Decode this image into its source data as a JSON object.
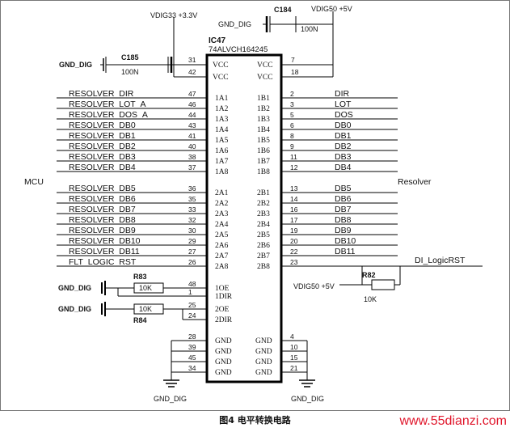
{
  "ic": {
    "ref": "IC47",
    "part": "74ALVCH164245"
  },
  "supplies": {
    "vdig33": "VDIG33 +3.3V",
    "vdig50_top": "VDIG50 +5V",
    "vdig50_pullup": "VDIG50 +5V",
    "gnd": "GND_DIG"
  },
  "capacitors": [
    {
      "ref": "C184",
      "value": "100N"
    },
    {
      "ref": "C185",
      "value": "100N"
    }
  ],
  "resistors": [
    {
      "ref": "R83",
      "value": "10K"
    },
    {
      "ref": "R84",
      "value": "10K"
    },
    {
      "ref": "R82",
      "value": "10K"
    }
  ],
  "side_labels": {
    "left": "MCU",
    "right": "Resolver"
  },
  "power_pins": [
    {
      "num": "31",
      "name": "VCC",
      "side": "left"
    },
    {
      "num": "42",
      "name": "VCC",
      "side": "left"
    },
    {
      "num": "7",
      "name": "VCC",
      "side": "right"
    },
    {
      "num": "18",
      "name": "VCC",
      "side": "right"
    }
  ],
  "bus_a": [
    {
      "net": "RESOLVER_DIR",
      "pin": "47",
      "a": "1A1",
      "b": "1B1",
      "bpin": "2",
      "rnet": "DIR"
    },
    {
      "net": "RESOLVER_LOT_A",
      "pin": "46",
      "a": "1A2",
      "b": "1B2",
      "bpin": "3",
      "rnet": "LOT"
    },
    {
      "net": "RESOLVER_DOS_A",
      "pin": "44",
      "a": "1A3",
      "b": "1B3",
      "bpin": "5",
      "rnet": "DOS"
    },
    {
      "net": "RESOLVER_DB0",
      "pin": "43",
      "a": "1A4",
      "b": "1B4",
      "bpin": "6",
      "rnet": "DB0"
    },
    {
      "net": "RESOLVER_DB1",
      "pin": "41",
      "a": "1A5",
      "b": "1B5",
      "bpin": "8",
      "rnet": "DB1"
    },
    {
      "net": "RESOLVER_DB2",
      "pin": "40",
      "a": "1A6",
      "b": "1B6",
      "bpin": "9",
      "rnet": "DB2"
    },
    {
      "net": "RESOLVER_DB3",
      "pin": "38",
      "a": "1A7",
      "b": "1B7",
      "bpin": "11",
      "rnet": "DB3"
    },
    {
      "net": "RESOLVER_DB4",
      "pin": "37",
      "a": "1A8",
      "b": "1B8",
      "bpin": "12",
      "rnet": "DB4"
    }
  ],
  "bus_b": [
    {
      "net": "RESOLVER_DB5",
      "pin": "36",
      "a": "2A1",
      "b": "2B1",
      "bpin": "13",
      "rnet": "DB5"
    },
    {
      "net": "RESOLVER_DB6",
      "pin": "35",
      "a": "2A2",
      "b": "2B2",
      "bpin": "14",
      "rnet": "DB6"
    },
    {
      "net": "RESOLVER_DB7",
      "pin": "33",
      "a": "2A3",
      "b": "2B3",
      "bpin": "16",
      "rnet": "DB7"
    },
    {
      "net": "RESOLVER_DB8",
      "pin": "32",
      "a": "2A4",
      "b": "2B4",
      "bpin": "17",
      "rnet": "DB8"
    },
    {
      "net": "RESOLVER_DB9",
      "pin": "30",
      "a": "2A5",
      "b": "2B5",
      "bpin": "19",
      "rnet": "DB9"
    },
    {
      "net": "RESOLVER_DB10",
      "pin": "29",
      "a": "2A6",
      "b": "2B6",
      "bpin": "20",
      "rnet": "DB10"
    },
    {
      "net": "RESOLVER_DB11",
      "pin": "27",
      "a": "2A7",
      "b": "2B7",
      "bpin": "22",
      "rnet": "DB11"
    },
    {
      "net": "FLT_LOGIC_RST",
      "pin": "26",
      "a": "2A8",
      "b": "2B8",
      "bpin": "23",
      "rnet": "DI_LogicRST"
    }
  ],
  "control_pins": [
    {
      "num": "48",
      "name": "1OE"
    },
    {
      "num": "1",
      "name": "1DIR"
    },
    {
      "num": "25",
      "name": "2OE"
    },
    {
      "num": "24",
      "name": "2DIR"
    }
  ],
  "gnd_pins_left": [
    {
      "num": "28",
      "name": "GND"
    },
    {
      "num": "39",
      "name": "GND"
    },
    {
      "num": "45",
      "name": "GND"
    },
    {
      "num": "34",
      "name": "GND"
    }
  ],
  "gnd_pins_right": [
    {
      "num": "4",
      "name": "GND"
    },
    {
      "num": "10",
      "name": "GND"
    },
    {
      "num": "15",
      "name": "GND"
    },
    {
      "num": "21",
      "name": "GND"
    }
  ],
  "caption": "图4  电平转换电路",
  "watermark": "www.55dianzi.com"
}
